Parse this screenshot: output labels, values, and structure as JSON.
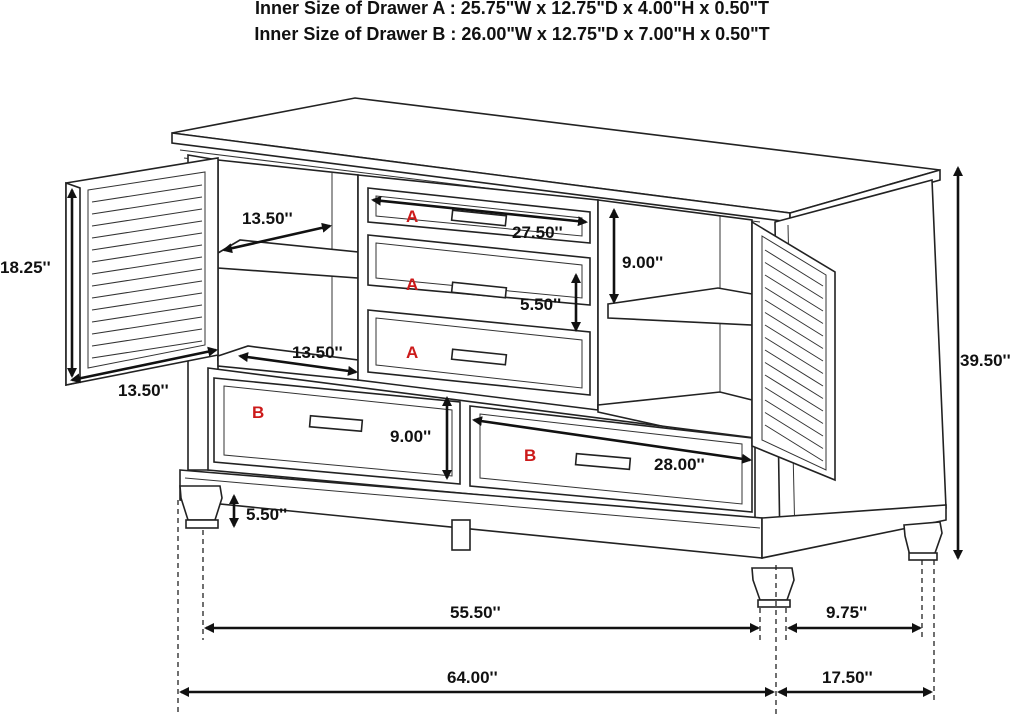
{
  "header": {
    "line1": "Inner Size of Drawer A : 25.75\"W x 12.75\"D x 4.00\"H x 0.50\"T",
    "line2": "Inner Size of Drawer B : 26.00\"W x 12.75\"D x 7.00\"H x 0.50\"T"
  },
  "drawer_labels": {
    "a": "A",
    "b": "B"
  },
  "dimensions": {
    "shelf_left_top": "13.50''",
    "shelf_left_bottom": "13.50''",
    "door_width": "13.50''",
    "door_height": "18.25''",
    "drawer_a_width": "27.50''",
    "drawer_a_height": "5.50''",
    "drawer_b_height": "9.00''",
    "drawer_b_width": "28.00''",
    "shelf_right_height": "9.00''",
    "total_height": "39.50''",
    "leg_height": "5.50''",
    "inner_width": "55.50''",
    "inner_depth": "9.75''",
    "total_width": "64.00''",
    "total_depth": "17.50''"
  }
}
